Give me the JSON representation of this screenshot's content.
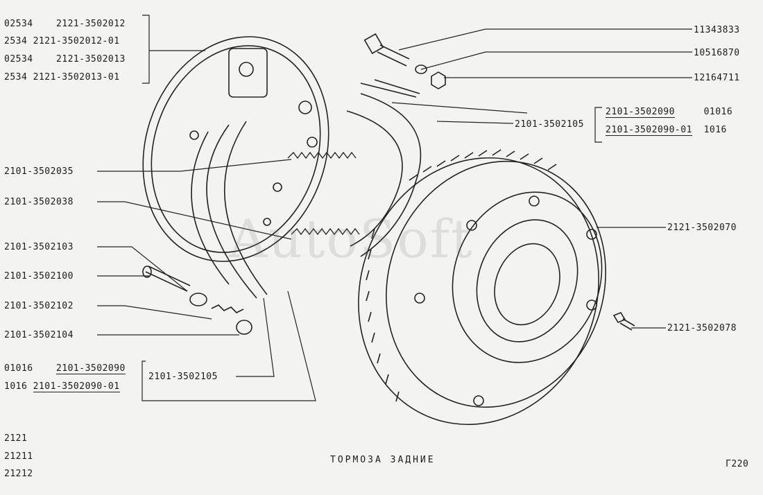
{
  "top_left_group": [
    {
      "a": "02534",
      "b": "2121-3502012"
    },
    {
      "a": "2534",
      "b": "2121-3502012-01"
    },
    {
      "a": "02534",
      "b": "2121-3502013"
    },
    {
      "a": "2534",
      "b": "2121-3502013-01"
    }
  ],
  "right_top": [
    "11343833",
    "10516870",
    "12164711"
  ],
  "right_group": {
    "left_label": "2101-3502105",
    "rows": [
      {
        "a": "2101-3502090",
        "b": "01016"
      },
      {
        "a": "2101-3502090-01",
        "b": "1016"
      }
    ]
  },
  "right_mid": [
    "2121-3502070",
    "2121-3502078"
  ],
  "left_parts": [
    "2101-3502035",
    "2101-3502038",
    "2101-3502103",
    "2101-3502100",
    "2101-3502102",
    "2101-3502104"
  ],
  "bottom_left_group": {
    "rows": [
      {
        "a": "01016",
        "b": "2101-3502090"
      },
      {
        "a": "1016",
        "b": "2101-3502090-01"
      }
    ],
    "right_label": "2101-3502105"
  },
  "models": [
    "2121",
    "21211",
    "21212"
  ],
  "caption": "ТОРМОЗА ЗАДНИЕ",
  "page_code": "Г220",
  "watermark": "AutoSoft"
}
